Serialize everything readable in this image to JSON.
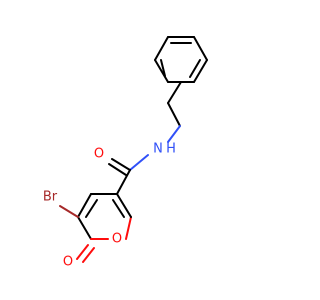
{
  "molecule": {
    "atoms": {
      "O_carbonyl": {
        "label": "O",
        "color": "#ff0d0d"
      },
      "N_amide": {
        "label": "N",
        "color": "#3050f8"
      },
      "H_amide": {
        "label": "H",
        "color": "#3050f8"
      },
      "O_ring": {
        "label": "O",
        "color": "#ff0d0d"
      },
      "O_lactone": {
        "label": "O",
        "color": "#ff0d0d"
      },
      "Br": {
        "label": "Br",
        "color": "#a62929"
      }
    }
  }
}
